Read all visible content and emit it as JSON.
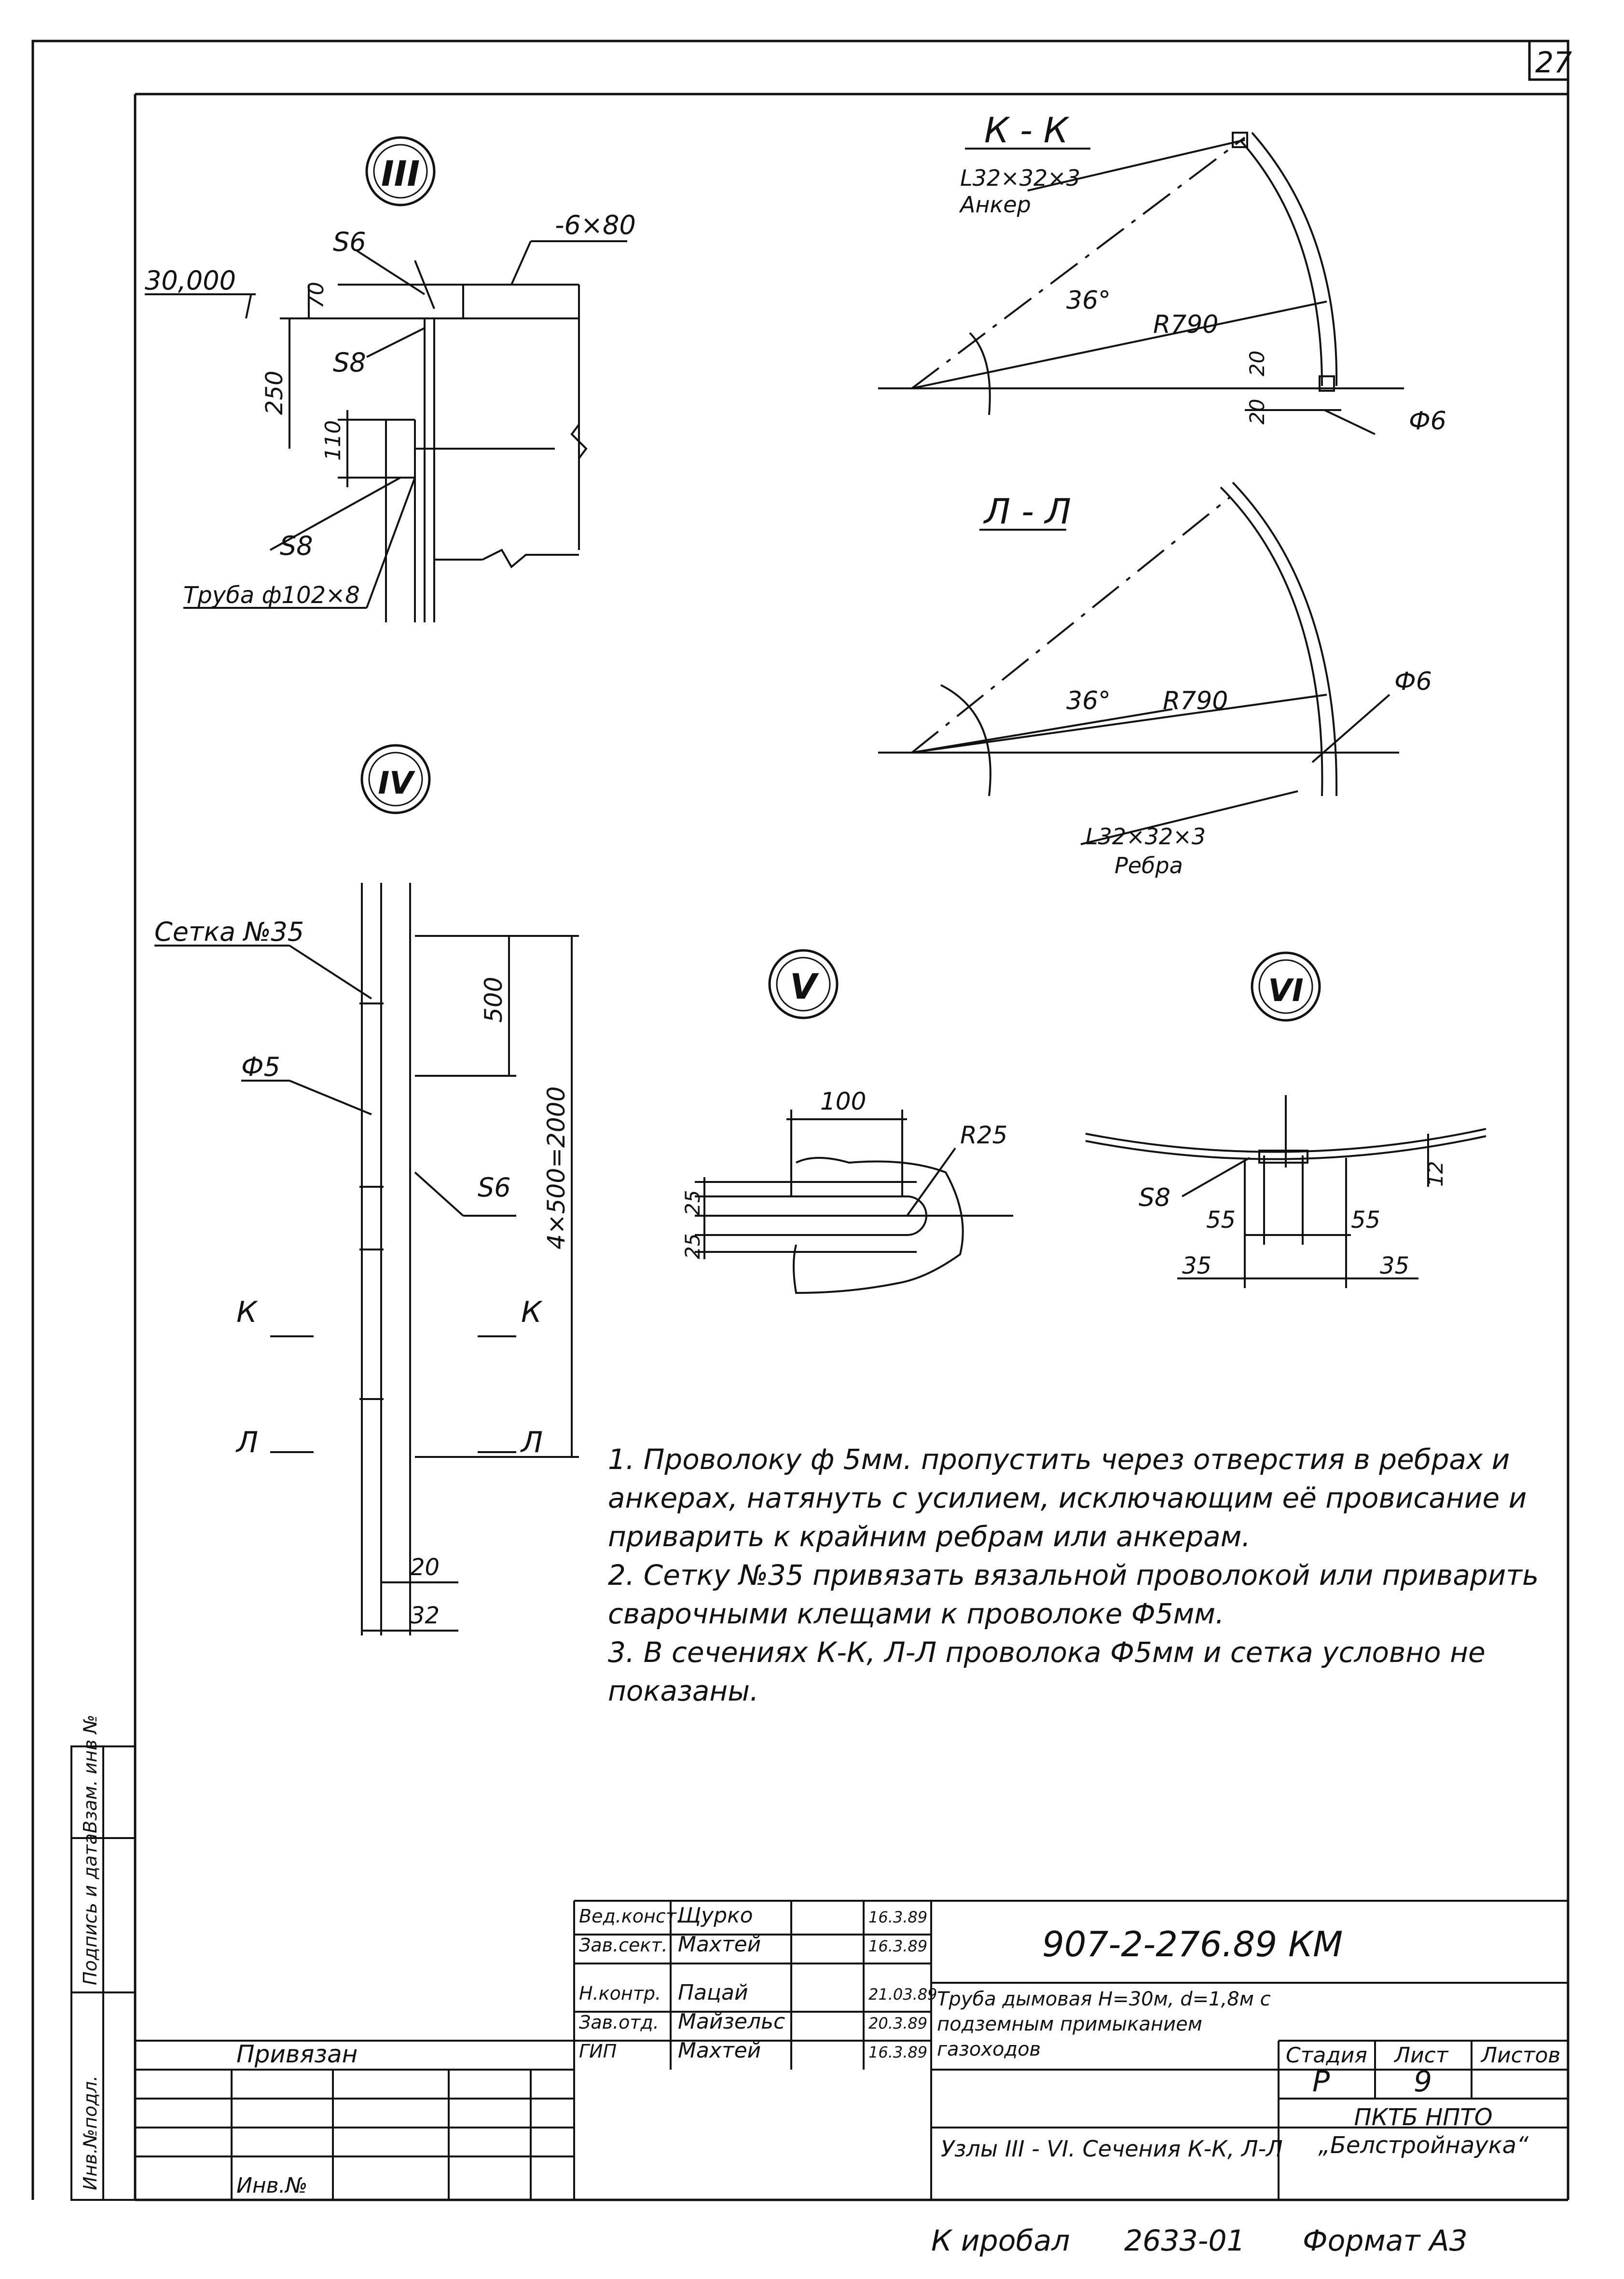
{
  "page_number": "27",
  "details": {
    "d3": {
      "marker": "III",
      "elev": "30,000",
      "plate": "-6×80",
      "weld_s6": "S6",
      "weld_s8_top": "S8",
      "weld_s8_bottom": "S8",
      "dim_70": "70",
      "dim_250": "250",
      "dim_110": "110",
      "pipe": "Труба ф102×8"
    },
    "d4": {
      "marker": "IV",
      "mesh": "Сетка №35",
      "wire": "Ф5",
      "weld": "S6",
      "dim_500": "500",
      "dim_total": "4×500=2000",
      "cut_k": "К",
      "cut_l": "Л",
      "dim_20": "20",
      "dim_32": "32"
    },
    "d5": {
      "marker": "V",
      "dim_100": "100",
      "radius": "R25",
      "dim_25a": "25",
      "dim_25b": "25"
    },
    "d6": {
      "marker": "VI",
      "weld": "S8",
      "dim_12": "12",
      "dim_55a": "55",
      "dim_55b": "55",
      "dim_35a": "35",
      "dim_35b": "35"
    }
  },
  "sections": {
    "kk": {
      "title": "К - К",
      "angle_label": "L32×32×3",
      "angle_sub": "Анкер",
      "angle": "36°",
      "radius": "R790",
      "dim_20a": "20",
      "dim_20b": "20",
      "wire": "Ф6"
    },
    "ll": {
      "title": "Л - Л",
      "angle": "36°",
      "radius": "R790",
      "wire": "Ф6",
      "angle_label": "L32×32×3",
      "angle_sub": "Ребра"
    }
  },
  "notes": [
    "1. Проволоку ф 5мм. пропустить через отверстия в ребрах и анкерах, натянуть с усилием, исключающим её провисание и приварить к крайним ребрам или анкерам.",
    "2. Сетку №35 привязать вязальной проволокой или приварить сварочными клещами к проволоке Ф5мм.",
    "3. В сечениях К-К, Л-Л проволока Ф5мм и сетка условно не показаны."
  ],
  "side_stamp": {
    "inv_orig": "Инв.№подл.",
    "sign_date": "Подпись и дата",
    "replace_inv": "Взам. инв №"
  },
  "title_block": {
    "signatures": [
      {
        "role": "Вед.конст.",
        "name": "Щурко",
        "date": "16.3.89"
      },
      {
        "role": "Зав.сект.",
        "name": "Махтей",
        "date": "16.3.89"
      },
      {
        "role": "Н.контр.",
        "name": "Пацай",
        "date": "21.03.89"
      },
      {
        "role": "Зав.отд.",
        "name": "Майзельс",
        "date": "20.3.89"
      },
      {
        "role": "ГИП",
        "name": "Махтей",
        "date": "16.3.89"
      }
    ],
    "project_code": "907-2-276.89 КМ",
    "object_title": "Труба дымовая Н=30м, d=1,8м с подземным примыканием газоходов",
    "sheet_title": "Узлы III - VI. Сечения К-К, Л-Л",
    "stage_label": "Стадия",
    "sheet_label": "Лист",
    "sheets_label": "Листов",
    "stage": "Р",
    "sheet": "9",
    "sheets": "",
    "organization": "ПКТБ НПТО „Белстройнаука“",
    "privyazan": "Привязан",
    "inv_no": "Инв.№"
  },
  "footer": {
    "copied": "К иробал",
    "order": "2633-01",
    "format": "Формат А3"
  }
}
